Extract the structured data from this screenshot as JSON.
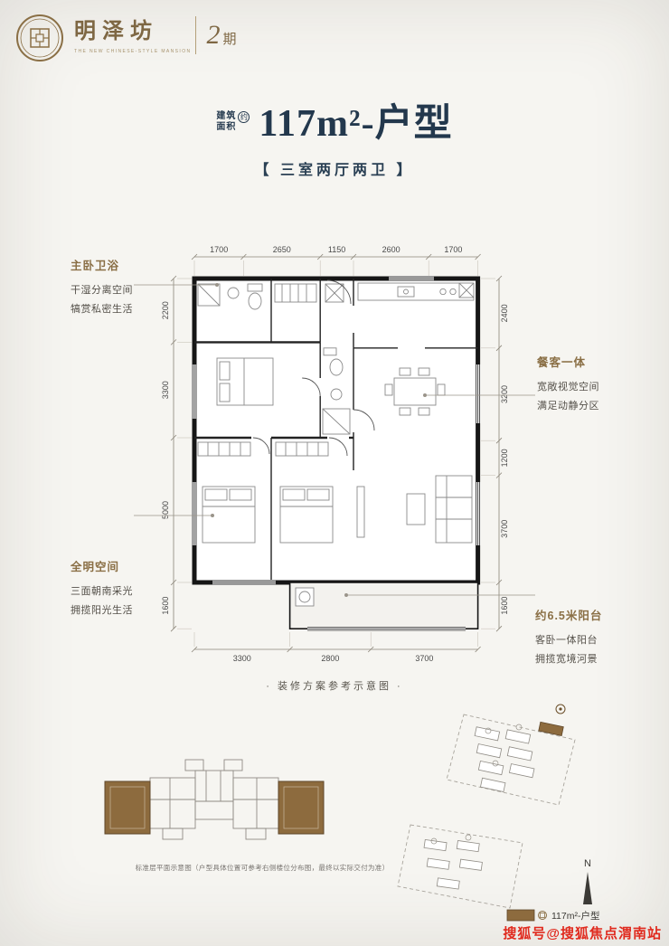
{
  "colors": {
    "brand_gold": "#8a6f45",
    "navy": "#23384d",
    "unit_brown": "#8d6b3e",
    "watermark_red": "#e02a1e"
  },
  "brand": {
    "name": "明泽坊",
    "tagline": "THE NEW CHINESE-STYLE MANSION",
    "phase_num": "2",
    "phase_unit": "期"
  },
  "title": {
    "badge_top": "建筑",
    "badge_bottom": "面积",
    "badge_mark": "约",
    "main": "117m²-户型",
    "subtitle": "【 三室两厅两卫 】"
  },
  "plan": {
    "caption": "· 装修方案参考示意图 ·",
    "dims": {
      "top": [
        "1700",
        "2650",
        "1150",
        "2600",
        "1700"
      ],
      "left": [
        "2200",
        "3300",
        "5000",
        "1600"
      ],
      "right": [
        "2400",
        "3200",
        "1200",
        "3700",
        "1600"
      ],
      "bottom": [
        "3300",
        "2800",
        "3700"
      ]
    }
  },
  "annotations": {
    "master_bath": {
      "title": "主卧卫浴",
      "line1": "干湿分离空间",
      "line2": "犒赏私密生活"
    },
    "dining": {
      "title": "餐客一体",
      "line1": "宽敞视觉空间",
      "line2": "满足动静分区"
    },
    "bright": {
      "title": "全明空间",
      "line1": "三面朝南采光",
      "line2": "拥揽阳光生活"
    },
    "balcony": {
      "title": "约6.5米阳台",
      "line1": "客卧一体阳台",
      "line2": "拥揽宽境河景"
    }
  },
  "footer": {
    "floor_diagram_caption": "标准层平面示意图（户型具体位置可参考右侧楼位分布图，最终以实际交付为准）",
    "north_label": "N",
    "legend_label": "117m²-户型",
    "watermark": "搜狐号@搜狐焦点渭南站"
  }
}
